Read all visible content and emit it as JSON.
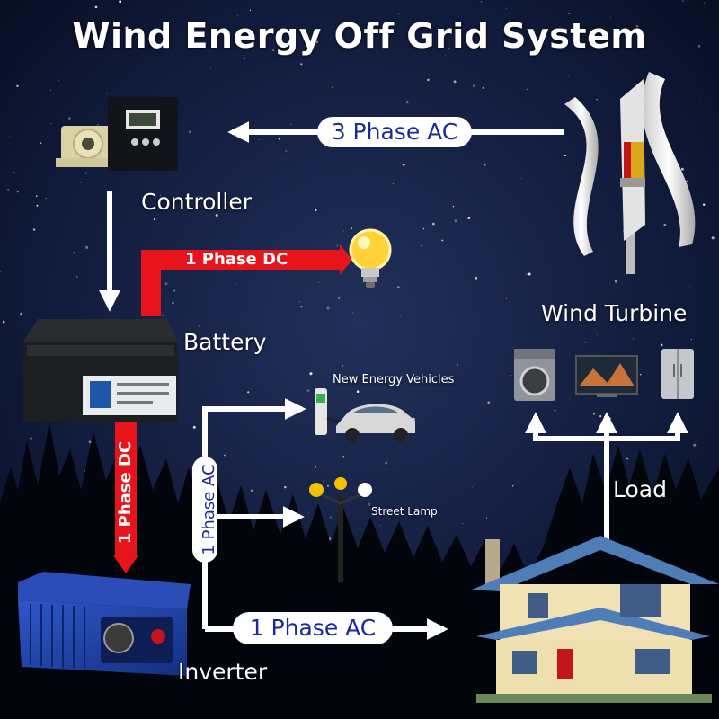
{
  "title": "Wind Energy Off Grid System",
  "labels": {
    "controller": "Controller",
    "battery": "Battery",
    "wind_turbine": "Wind Turbine",
    "new_energy_vehicles": "New Energy Vehicles",
    "street_lamp": "Street Lamp",
    "load": "Load",
    "inverter": "Inverter"
  },
  "connections": {
    "turbine_to_controller": "3 Phase AC",
    "battery_to_bulb": "1 Phase DC",
    "battery_to_inverter": "1 Phase DC",
    "inverter_branch": "1 Phase AC",
    "inverter_to_house": "1 Phase AC"
  },
  "colors": {
    "background": "#0b1430",
    "arrow_white": "#ffffff",
    "arrow_red": "#e8141b",
    "pill_text": "#1a2a9a",
    "inverter": "#1d3fa0",
    "house_roof": "#4f7db8"
  },
  "icons": {
    "controller": "charge-controller-icon",
    "battery": "battery-icon",
    "bulb": "light-bulb-icon",
    "turbine": "vertical-wind-turbine-icon",
    "vehicle": "electric-car-icon",
    "charger": "ev-charger-icon",
    "lamp": "street-lamp-icon",
    "inverter": "power-inverter-icon",
    "house": "house-icon",
    "washer": "washing-machine-icon",
    "tv": "television-icon",
    "fridge": "refrigerator-icon"
  }
}
